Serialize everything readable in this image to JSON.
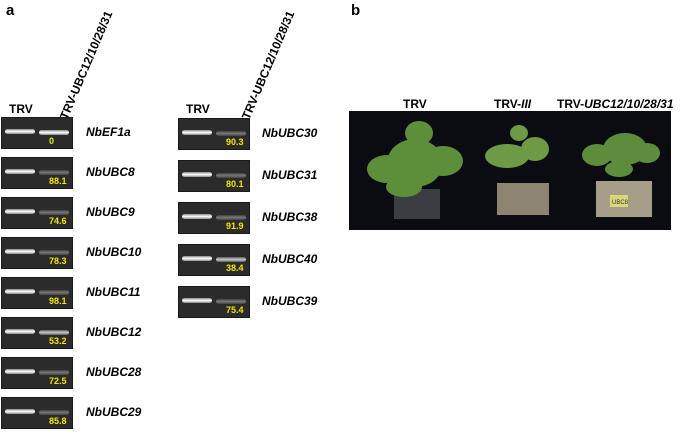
{
  "panel_a": {
    "letter": "a",
    "header_left": {
      "lane1": "TRV",
      "lane2": "TRV-UBC12/10/28/31"
    },
    "header_right": {
      "lane1": "TRV",
      "lane2": "TRV-UBC12/10/28/31"
    },
    "gels_left": [
      {
        "gene": "NbEF1a",
        "value": "0"
      },
      {
        "gene": "NbUBC8",
        "value": "88.1"
      },
      {
        "gene": "NbUBC9",
        "value": "74.6"
      },
      {
        "gene": "NbUBC10",
        "value": "78.3"
      },
      {
        "gene": "NbUBC11",
        "value": "98.1"
      },
      {
        "gene": "NbUBC12",
        "value": "53.2"
      },
      {
        "gene": "NbUBC28",
        "value": "72.5"
      },
      {
        "gene": "NbUBC29",
        "value": "85.8"
      }
    ],
    "gels_right": [
      {
        "gene": "NbUBC30",
        "value": "90.3"
      },
      {
        "gene": "NbUBC31",
        "value": "80.1"
      },
      {
        "gene": "NbUBC38",
        "value": "91.9"
      },
      {
        "gene": "NbUBC40",
        "value": "38.4"
      },
      {
        "gene": "NbUBC39",
        "value": "75.4"
      }
    ]
  },
  "panel_b": {
    "letter": "b",
    "labels": {
      "plant1": "TRV",
      "plant2_prefix": "TRV-",
      "plant2_italic": "III",
      "plant3_prefix": "TRV-",
      "plant3_italic": "UBC12/10/28/31"
    },
    "pot_tag": "UBC8"
  },
  "colors": {
    "gel_bg": "#2b2b2b",
    "value_text": "#f2e600",
    "photo_bg": "#0b0b12",
    "leaf": "#5d8f3a"
  }
}
